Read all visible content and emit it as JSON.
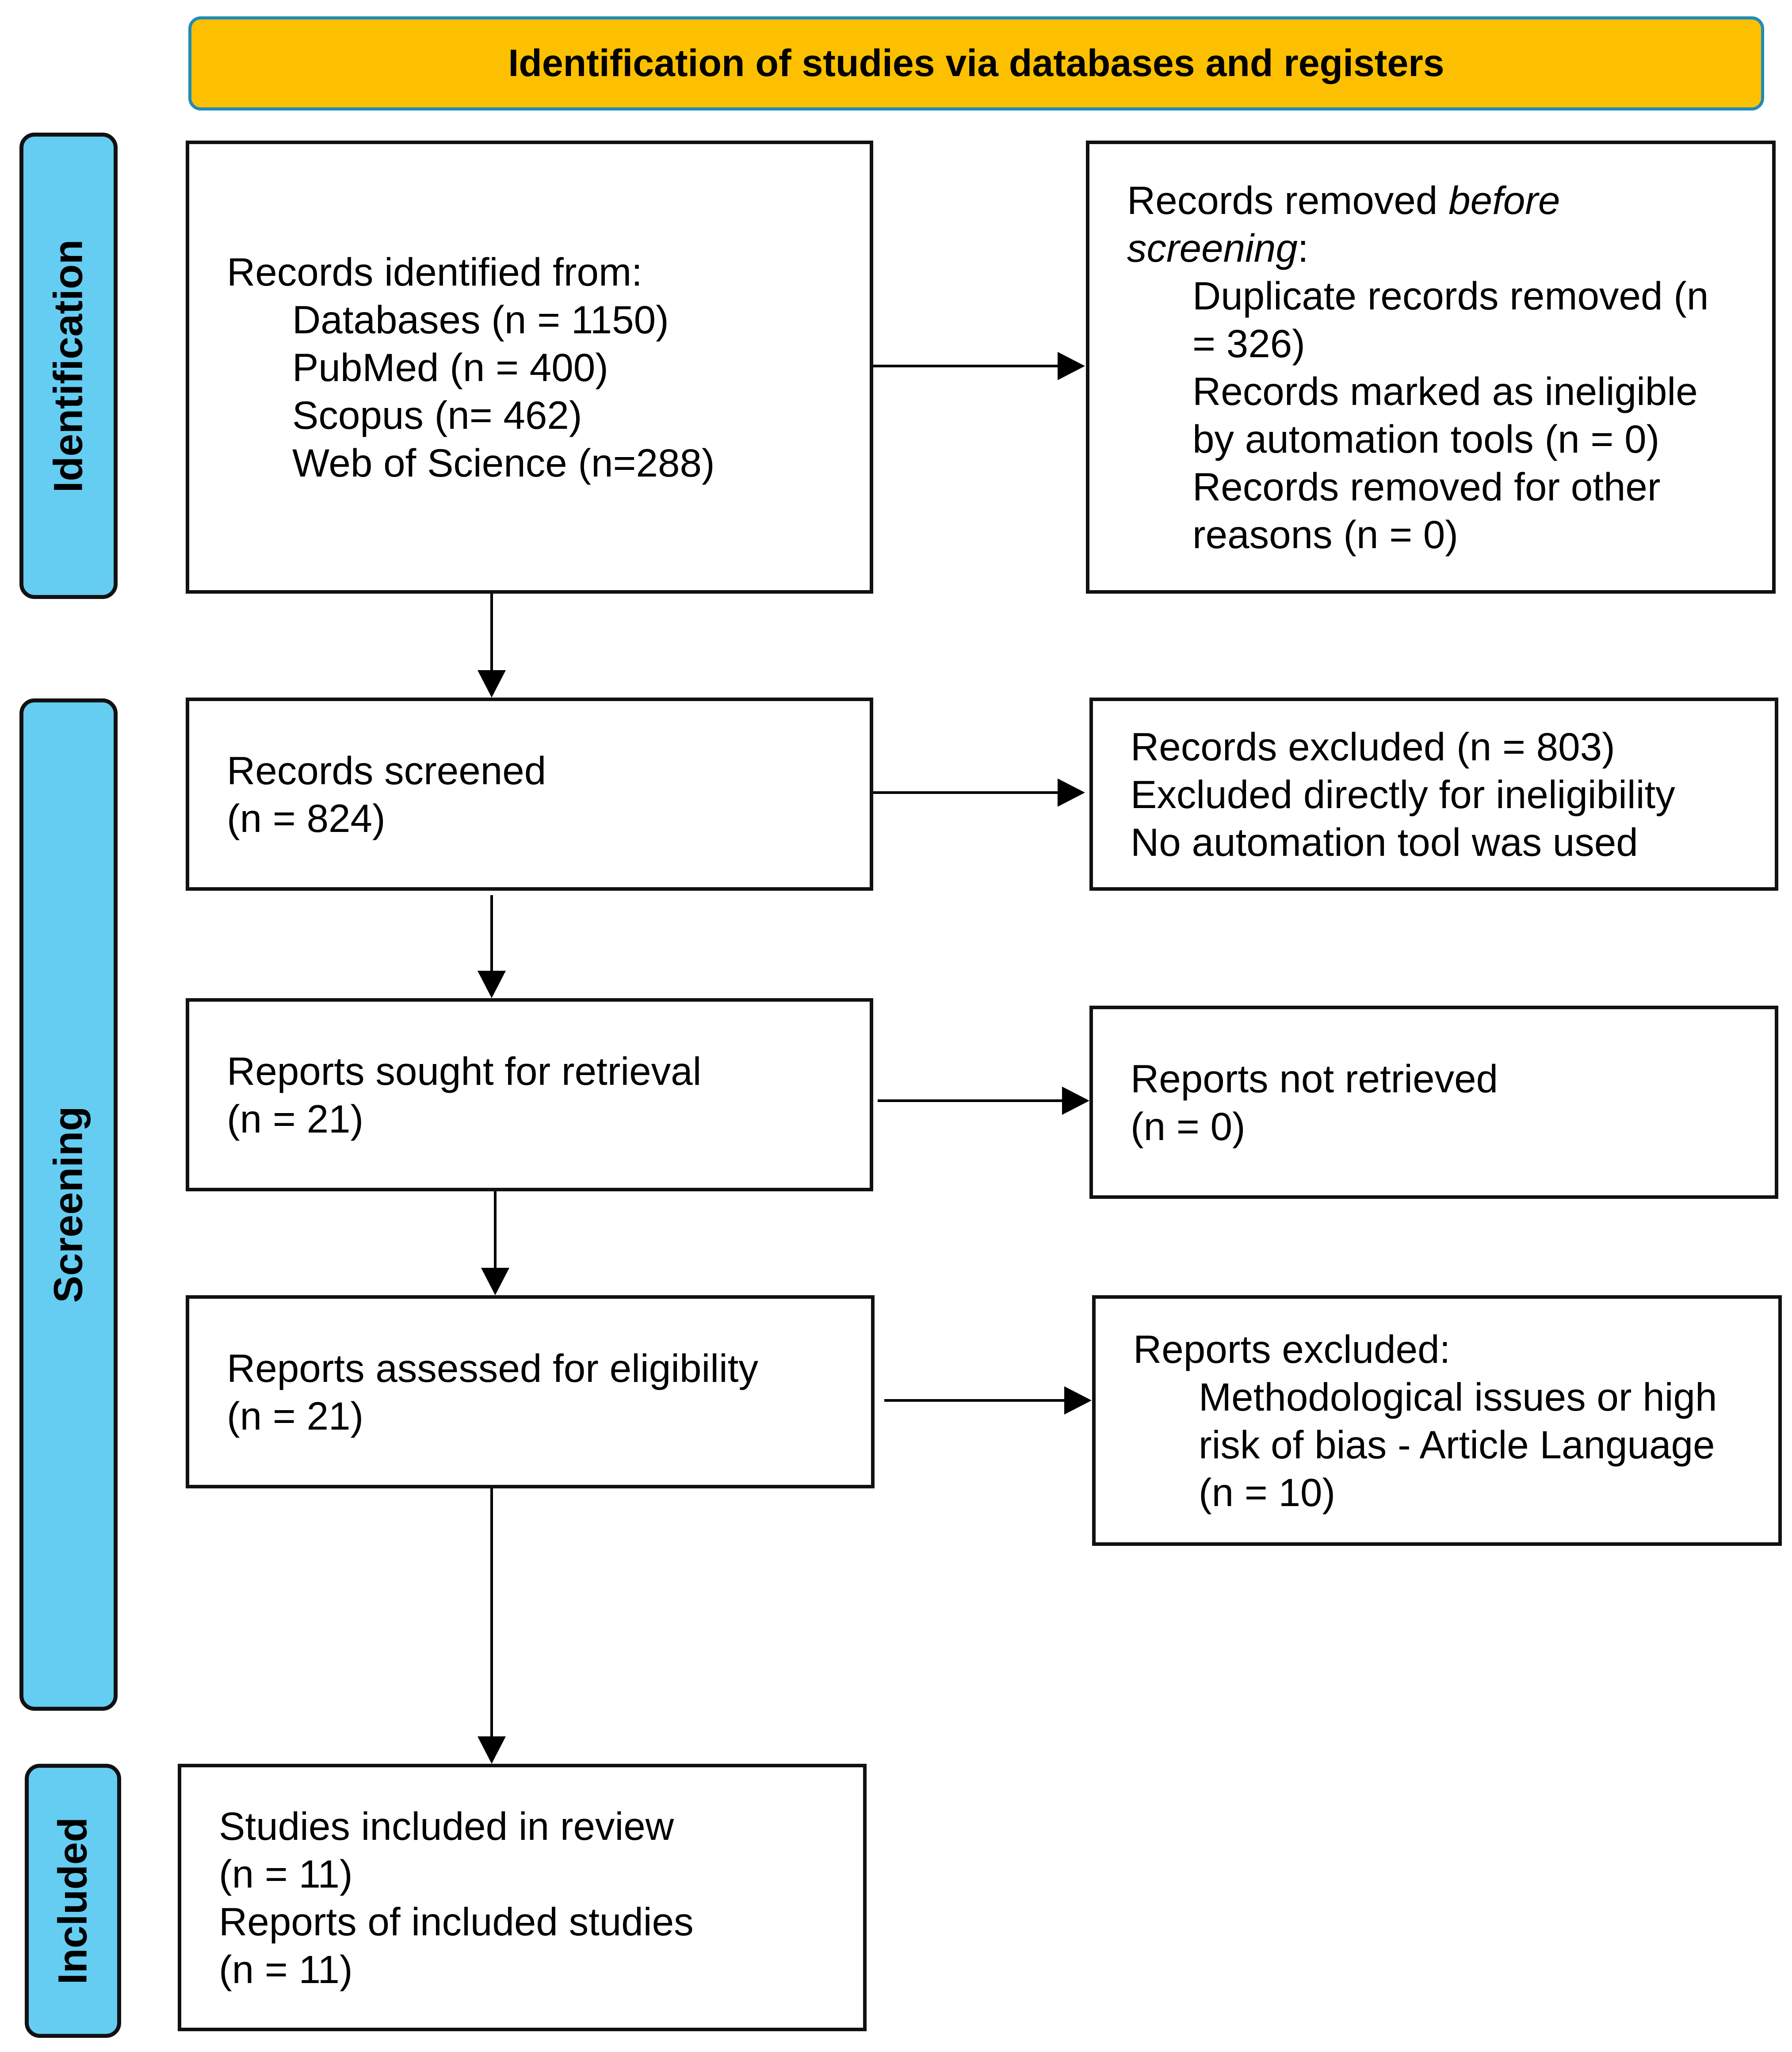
{
  "header": {
    "title": "Identification of studies via databases and registers"
  },
  "phases": {
    "identification": "Identification",
    "screening": "Screening",
    "included": "Included"
  },
  "identified": {
    "title": "Records identified from:",
    "databases": "Databases (n = 1150)",
    "pubmed": "PubMed (n = 400)",
    "scopus": "Scopus (n= 462)",
    "wos": "Web of Science (n=288)"
  },
  "removed": {
    "prefix": "Records removed ",
    "before": "before",
    "screening": "screening",
    "colon": ":",
    "duplicate_1": "Duplicate records removed (n",
    "duplicate_2": "= 326)",
    "ineligible_1": "Records marked as ineligible",
    "ineligible_2": "by automation tools (n = 0)",
    "other_1": "Records removed for other",
    "other_2": "reasons (n = 0)"
  },
  "screened": {
    "line1": "Records screened",
    "line2": "(n = 824)"
  },
  "excluded": {
    "line1": "Records excluded (n = 803)",
    "line2": "Excluded directly for ineligibility",
    "line3": "No automation tool was used"
  },
  "sought": {
    "line1": "Reports sought for retrieval",
    "line2": "(n = 21)"
  },
  "not_retrieved": {
    "line1": "Reports not retrieved",
    "line2": "(n = 0)"
  },
  "assessed": {
    "line1": "Reports assessed for eligibility",
    "line2": "(n = 21)"
  },
  "reports_excluded": {
    "title": "Reports excluded:",
    "reason_1": "Methodological issues or high",
    "reason_2": "risk of bias - Article Language",
    "reason_3": "(n = 10)"
  },
  "included": {
    "line1": "Studies included in review",
    "line2": "(n = 11)",
    "line3": "Reports of included studies",
    "line4": "(n = 11)"
  }
}
